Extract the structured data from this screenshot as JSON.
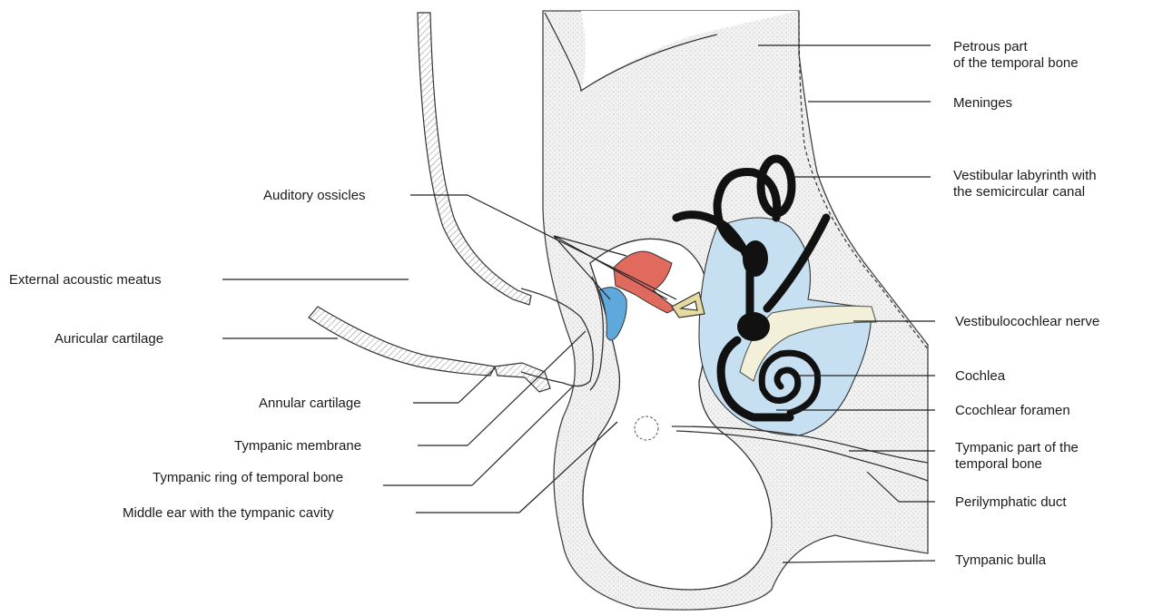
{
  "labels": {
    "petrous_line1": "Petrous part",
    "petrous_line2": "of the temporal bone",
    "meninges": "Meninges",
    "vestibular_line1": "Vestibular labyrinth with",
    "vestibular_line2": "the semicircular canal",
    "auditory_ossicles": "Auditory ossicles",
    "external_acoustic_meatus": "External acoustic meatus",
    "auricular_cartilage": "Auricular cartilage",
    "annular_cartilage": "Annular cartilage",
    "tympanic_membrane": "Tympanic membrane",
    "tympanic_ring": "Tympanic ring of temporal bone",
    "middle_ear": "Middle ear with the tympanic cavity",
    "vestibulocochlear_nerve": "Vestibulocochlear nerve",
    "cochlea": "Cochlea",
    "cochlear_foramen": "Ccochlear foramen",
    "tympanic_part_line1": "Tympanic part of the",
    "tympanic_part_line2": "temporal bone",
    "perilymphatic_duct": "Perilymphatic duct",
    "tympanic_bulla": "Tympanic bulla"
  },
  "colors": {
    "bone_fill": "#ececec",
    "labyrinth_fluid": "#c6e0f2",
    "ossicle_malleus": "#e06a5e",
    "ossicle_incus": "#5fa8dc",
    "ossicle_stapes": "#e6dca0",
    "nerve": "#f2f0d8",
    "labyrinth": "#111111"
  }
}
